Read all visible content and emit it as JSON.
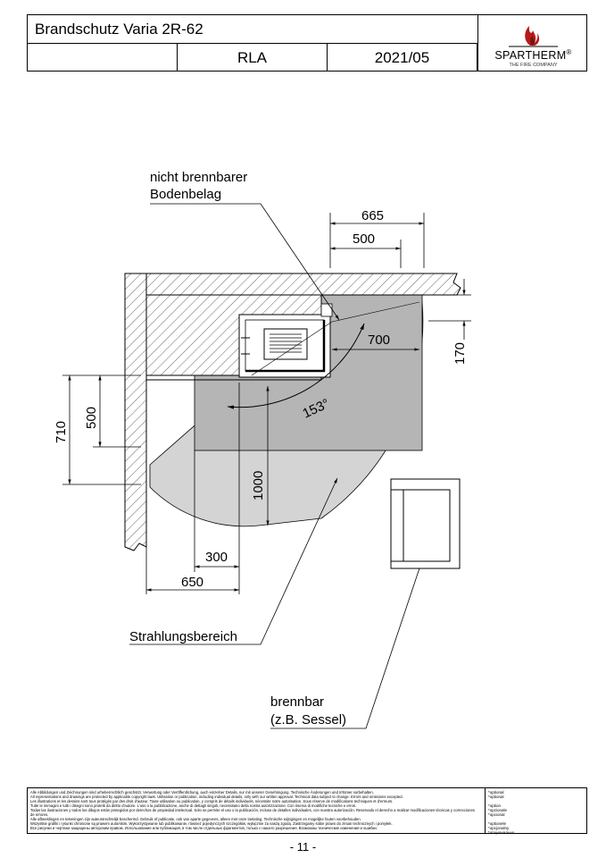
{
  "header": {
    "title": "Brandschutz Varia 2R-62",
    "model": "RLA",
    "date": "2021/05",
    "brand": "SPARTHERM",
    "trademark": "®",
    "tagline": "THE FIRE COMPANY"
  },
  "labels": {
    "floor_note_line1": "nicht brennbarer",
    "floor_note_line2": "Bodenbelag",
    "radiation_zone": "Strahlungsbereich",
    "combustible_line1": "brennbar",
    "combustible_line2": "(z.B. Sessel)"
  },
  "dimensions": {
    "d665": "665",
    "d500_top": "500",
    "d700": "700",
    "d170": "170",
    "d710": "710",
    "d500_left": "500",
    "d1000": "1000",
    "d300": "300",
    "d650": "650",
    "angle": "153°"
  },
  "colors": {
    "radiation_fill": "#d4d4d4",
    "floor_fill": "#b5b5b5",
    "logo_flame": "#b31b1b"
  },
  "footer": {
    "disclaimer": [
      "Alle Abbildungen und Zeichnungen sind urheberrechtlich geschützt. Verwertung oder Veröffentlichung, auch einzelner Details, nur mit unserer Genehmigung. Technische Änderungen und Irrtümer vorbehalten.",
      "All representations and drawings are protected by applicable copyright laws. Utilisation or publication, including individual details, only with our written approval. Technical data subject to change. Errors and omissions excepted.",
      "Les illustrations et les dessins sont tous protégés par des droit d'auteur. Toute utilisation ou publication, y compris de détails individuels, nécessite notre autorisation. Sous réserve de modifications techniques et d'erreurs.",
      "Tutte le immagini e tutti i disegni sono protetti da diritto d'autore. L'uso o la pubblicazione, anche di dettagli singoli, necessitano della nostra autorizzazione. Con riserva di modifiche tecniche e errori.",
      "Todas las ilustraciones y todos los dibujos están protegidos por derechos de propiedad intelectual. Solo se permite el uso o la publicación, incluso de detalles individuales, con nuestra autorización. Reservado el derecho a realizar modificaciones técnicas y correcciones de errores.",
      "Alle afbeeldingen en tekeningen zijn auteursrechtelijk beschermd. Gebruik of publicatie, ook van aparte gegevens, alleen met onze toelating. Technische wijzigingen en mogelijke fouten voorbehouden.",
      "Wszystkie grafiki i rysunki chronione są prawem autorskim. Wykorzystywanie lub publikowanie, również pojedynczych szczegółów, wyłącznie za naszą zgodą. Zastrzegamy sobie prawo do zmian technicznych i pomyłek.",
      "Все рисунки и чертежи защищены авторским правом. Использование или публикация, в том числе отдельных фрагментов, только с нашего разрешения. Возможны технические изменения и ошибки."
    ],
    "options": [
      "*optional",
      "*optional",
      "",
      "*option",
      "*opzionale",
      "*opcional",
      "",
      "*optionele",
      "*opcjonalny",
      "*опционально"
    ],
    "page": "- 11 -"
  }
}
